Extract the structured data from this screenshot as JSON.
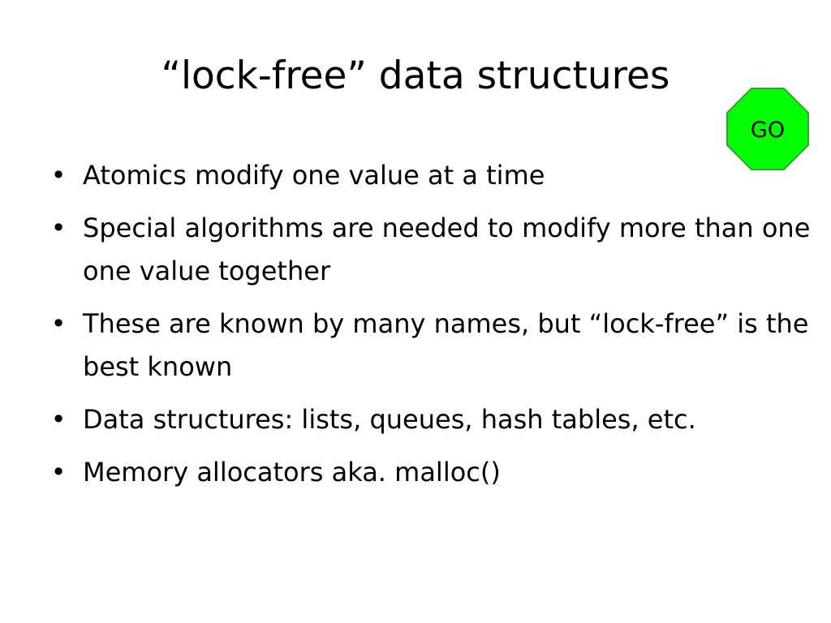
{
  "slide": {
    "title": "“lock-free” data structures",
    "badge": {
      "label": "GO",
      "fill": "#00FF00",
      "stroke": "#3A9E3A"
    },
    "bullets": [
      "Atomics modify one value at a time",
      "Special algorithms are needed to modify more than one one value together",
      "These are known by many names, but “lock-free” is the best known",
      "Data structures: lists, queues, hash tables, etc.",
      "Memory allocators aka. malloc()"
    ],
    "bullet_symbol": "•"
  }
}
